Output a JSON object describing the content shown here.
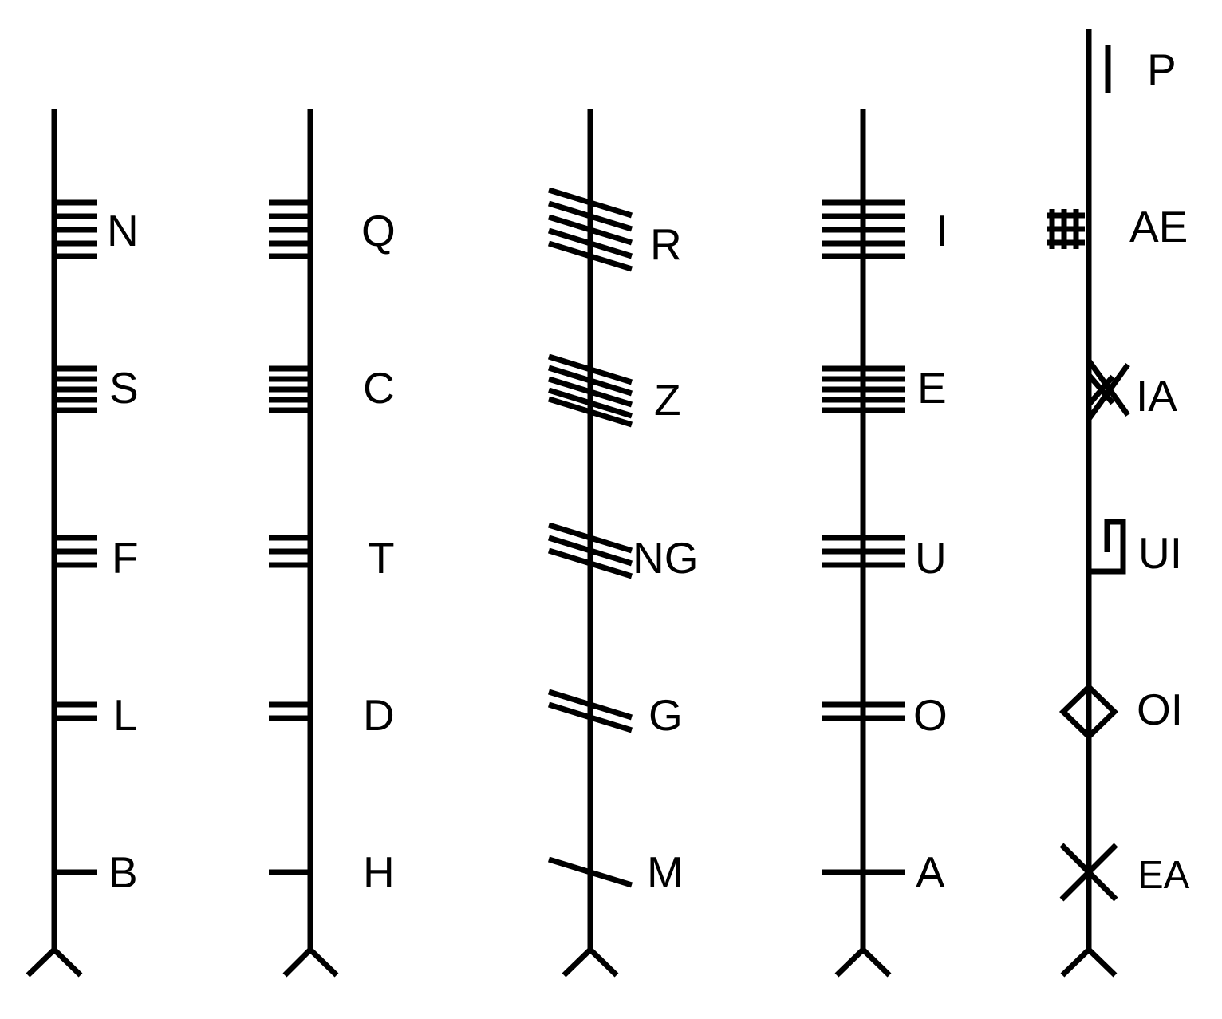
{
  "diagram": {
    "groups": [
      {
        "id": "aicme-beithe",
        "letters": [
          "N",
          "S",
          "F",
          "L",
          "B"
        ]
      },
      {
        "id": "aicme-hUatha",
        "letters": [
          "Q",
          "C",
          "T",
          "D",
          "H"
        ]
      },
      {
        "id": "aicme-muine",
        "letters": [
          "R",
          "Z",
          "NG",
          "G",
          "M"
        ]
      },
      {
        "id": "aicme-ailme",
        "letters": [
          "I",
          "E",
          "U",
          "O",
          "A"
        ]
      },
      {
        "id": "forfeda",
        "letters": [
          "P",
          "AE",
          "IA",
          "UI",
          "OI",
          "EA"
        ]
      }
    ],
    "colors": {
      "ink": "#000000",
      "background": "#ffffff"
    }
  }
}
